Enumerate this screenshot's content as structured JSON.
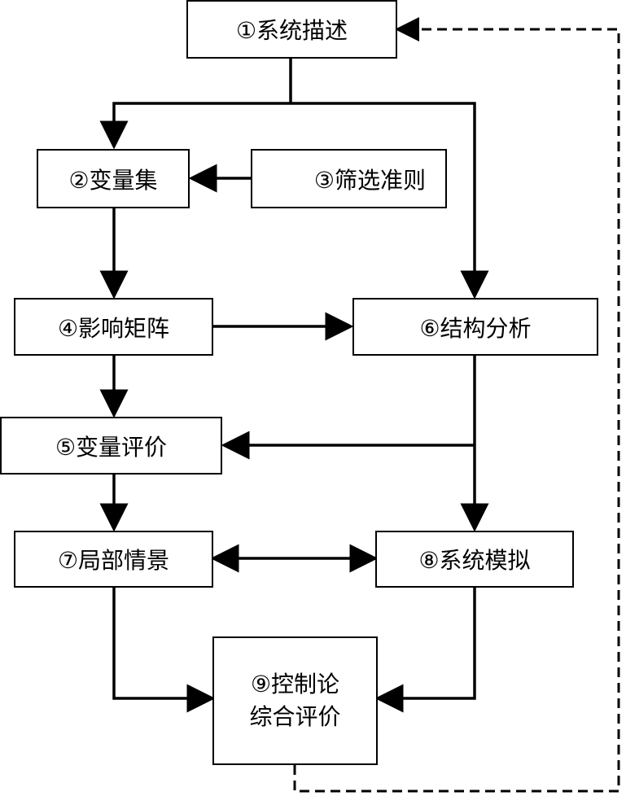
{
  "nodes": {
    "n1": "①系统描述",
    "n2": "②变量集",
    "n3": "③筛选准则",
    "n4": "④影响矩阵",
    "n5": "⑤变量评价",
    "n6": "⑥结构分析",
    "n7": "⑦局部情景",
    "n8": "⑧系统模拟",
    "n9_line1": "⑨控制论",
    "n9_line2": "综合评价"
  }
}
